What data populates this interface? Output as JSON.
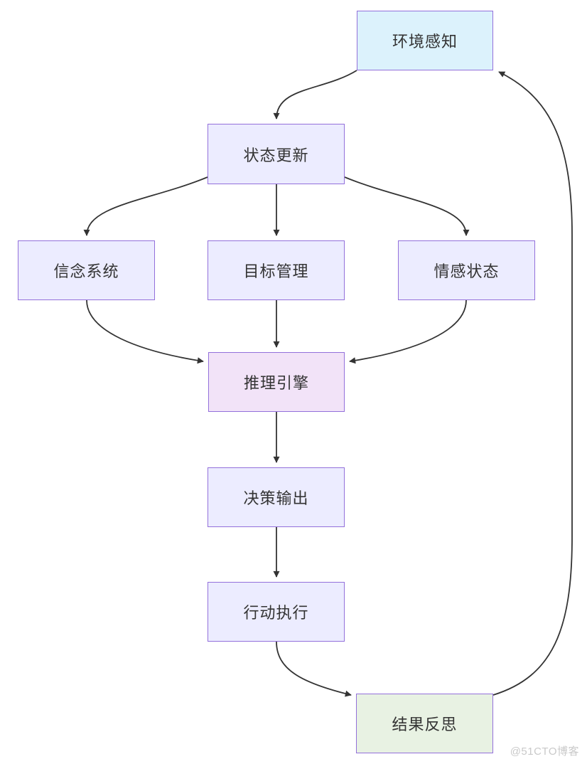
{
  "diagram_type": "flowchart",
  "nodes": {
    "env": {
      "label": "环境感知",
      "fill": "#dcf2fc",
      "border": "#9370db"
    },
    "state": {
      "label": "状态更新",
      "fill": "#ececff",
      "border": "#9370db"
    },
    "belief": {
      "label": "信念系统",
      "fill": "#ececff",
      "border": "#9370db"
    },
    "goal": {
      "label": "目标管理",
      "fill": "#ececff",
      "border": "#9370db"
    },
    "emotion": {
      "label": "情感状态",
      "fill": "#ececff",
      "border": "#9370db"
    },
    "reason": {
      "label": "推理引擎",
      "fill": "#f2e3f8",
      "border": "#9370db"
    },
    "decision": {
      "label": "决策输出",
      "fill": "#ececff",
      "border": "#9370db"
    },
    "action": {
      "label": "行动执行",
      "fill": "#ececff",
      "border": "#9370db"
    },
    "result": {
      "label": "结果反思",
      "fill": "#e8f2e3",
      "border": "#9370db"
    }
  },
  "edges": [
    {
      "from": "env",
      "to": "state"
    },
    {
      "from": "state",
      "to": "belief"
    },
    {
      "from": "state",
      "to": "goal"
    },
    {
      "from": "state",
      "to": "emotion"
    },
    {
      "from": "belief",
      "to": "reason"
    },
    {
      "from": "goal",
      "to": "reason"
    },
    {
      "from": "emotion",
      "to": "reason"
    },
    {
      "from": "reason",
      "to": "decision"
    },
    {
      "from": "decision",
      "to": "action"
    },
    {
      "from": "action",
      "to": "result"
    },
    {
      "from": "result",
      "to": "env"
    }
  ],
  "colors": {
    "edge": "#333333",
    "text": "#333333",
    "background": "#ffffff",
    "watermark": "#c9c9c9"
  },
  "watermark": "@51CTO博客"
}
